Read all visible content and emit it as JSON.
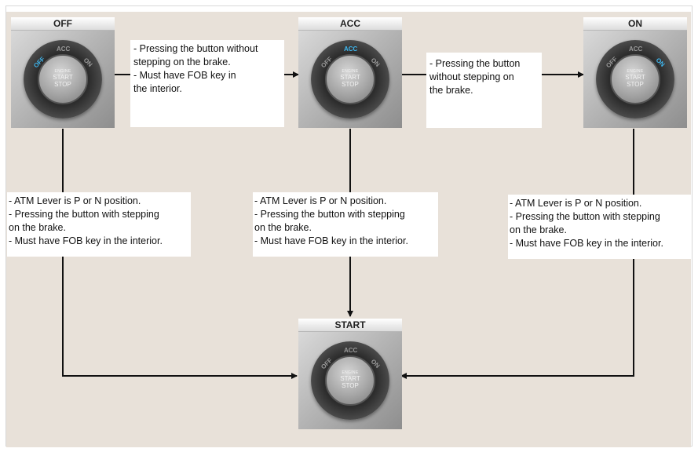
{
  "colors": {
    "background": "#e8e1d9",
    "line": "#111111",
    "active_mode": "#3fb8f0"
  },
  "nodes": {
    "off": {
      "label": "OFF",
      "active_mode": "OFF"
    },
    "acc": {
      "label": "ACC",
      "active_mode": "ACC"
    },
    "on": {
      "label": "ON",
      "active_mode": "ON"
    },
    "start": {
      "label": "START",
      "active_mode": ""
    }
  },
  "button": {
    "modes": {
      "off": "OFF",
      "acc": "ACC",
      "on": "ON"
    },
    "engine_text": "ENGINE",
    "start_text": "START",
    "stop_text": "STOP"
  },
  "transitions": {
    "off_to_acc": [
      "- Pressing the button without",
      "stepping on the brake.",
      "- Must have FOB key in",
      "the interior."
    ],
    "acc_to_on": [
      "- Pressing the button",
      "without stepping on",
      "the brake."
    ],
    "off_to_start": [
      "- ATM Lever is P or N position.",
      "- Pressing the button with stepping",
      "on the brake.",
      "- Must have FOB key in the interior."
    ],
    "acc_to_start": [
      "- ATM Lever is P or N position.",
      "- Pressing the button with stepping",
      "on the brake.",
      "- Must have FOB key in the interior."
    ],
    "on_to_start": [
      "- ATM Lever is P or N position.",
      "- Pressing the button with stepping",
      "on the brake.",
      "- Must have FOB key in the interior."
    ]
  }
}
